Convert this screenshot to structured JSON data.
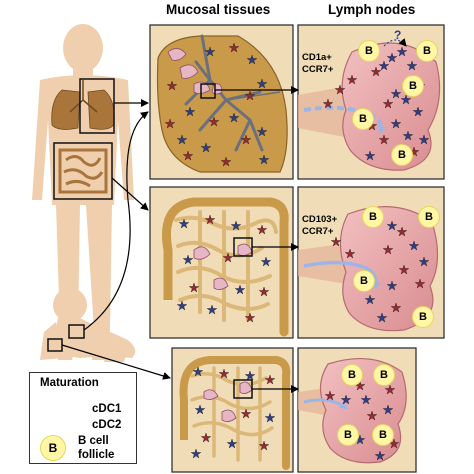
{
  "headers": {
    "mucosal": "Mucosal tissues",
    "lymph": "Lymph nodes"
  },
  "markers": {
    "lung": [
      "CD1a+",
      "CCR7+"
    ],
    "intestine": [
      "CD103+",
      "CCR7+"
    ]
  },
  "question_mark": "?",
  "bcell_letter": "B",
  "legend": {
    "maturation": "Maturation",
    "cdc1": "cDC1",
    "cdc2": "cDC2",
    "bcell_letter": "B",
    "follicle_line1": "B cell",
    "follicle_line2": "follicle"
  },
  "colors": {
    "cdc1": "#a3262f",
    "cdc2": "#2c3f8f",
    "bcell": "#fff6a6",
    "lymph_node": "#e9a6a8",
    "tissue": "#c99a4a",
    "panel_bg": "#f1dcb8",
    "silhouette": "#f0cfae"
  }
}
